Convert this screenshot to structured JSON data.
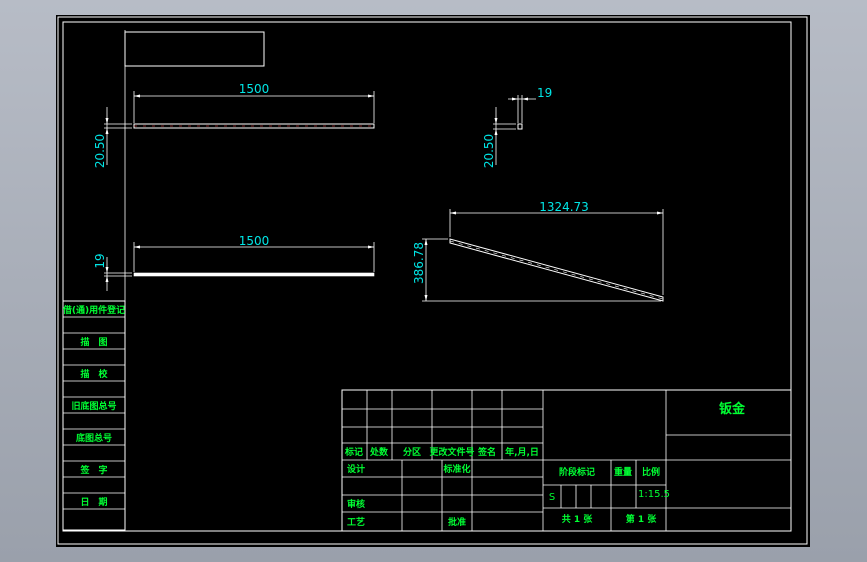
{
  "dimensions": {
    "top_view_length": "1500",
    "top_view_height": "20.50",
    "front_view_length": "1500",
    "front_view_height": "19",
    "side_view_width": "19",
    "side_view_height": "20.50",
    "inclined_length": "1324.73",
    "inclined_height": "386.78"
  },
  "left_strip": {
    "labels": [
      "借(通)用件登记",
      "描　图",
      "描　校",
      "旧底图总号",
      "底图总号",
      "签　字",
      "日　期"
    ]
  },
  "title_block": {
    "part_name": "钣金",
    "header_row": [
      "标记",
      "处数",
      "分区",
      "更改文件号",
      "签名",
      "年,月,日"
    ],
    "design_label": "设计",
    "standardize_label": "标准化",
    "review_label": "审核",
    "process_label": "工艺",
    "approve_label": "批准",
    "stage_label": "阶段标记",
    "weight_label": "重量",
    "scale_label": "比例",
    "stage_value": "S",
    "scale_value": "1:15.5",
    "sheets_total": "共 1 张",
    "sheet_no": "第 1 张"
  },
  "colors": {
    "background": "#000000",
    "lines": "#ffffff",
    "dimension_text": "#00e6e6",
    "table_text": "#00ff33",
    "window_chrome": "#a7adb8"
  }
}
